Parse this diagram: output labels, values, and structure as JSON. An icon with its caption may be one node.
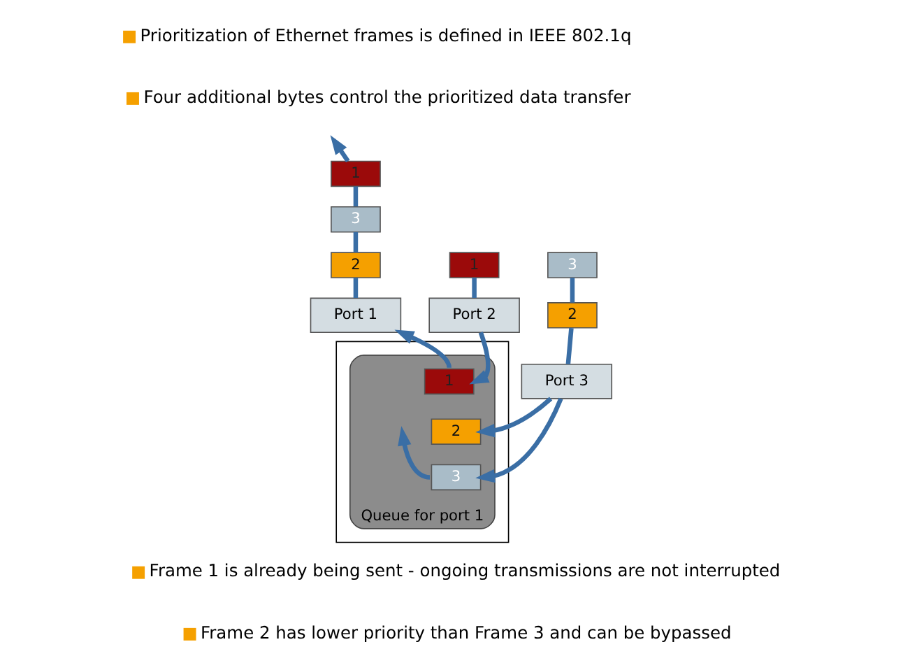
{
  "diagram": {
    "nodes": [
      {
        "text": [
          "1"
        ]
      },
      {
        "text": [
          "3"
        ]
      },
      {
        "text": [
          "2"
        ]
      },
      {
        "text": [
          "1"
        ]
      },
      {
        "text": [
          "3"
        ]
      },
      {
        "text": [
          "2"
        ]
      },
      {
        "text": [],
        "shape": "box"
      },
      {
        "text": [
          "Port 1"
        ]
      },
      {
        "text": [
          "Port 2"
        ]
      },
      {
        "text": [
          "Port 3"
        ]
      },
      {
        "text": [
          "Queue for port 1"
        ],
        "in": 6
      },
      {
        "text": [
          "1"
        ],
        "in": 10
      },
      {
        "text": [
          "2"
        ],
        "in": 10
      },
      {
        "text": [
          "3"
        ],
        "in": 10
      }
    ],
    "edges": [
      {
        "from": 7,
        "to": 2,
        "arrow": "none"
      },
      {
        "from": 2,
        "to": 1,
        "arrow": "none"
      },
      {
        "from": 1,
        "to": 0,
        "arrow": "none"
      },
      {
        "from": 0,
        "to": null,
        "arrow": "to"
      },
      {
        "from": 8,
        "to": 3,
        "arrow": "none"
      },
      {
        "from": 9,
        "to": 5,
        "arrow": "none"
      },
      {
        "from": 5,
        "to": 4,
        "arrow": "none"
      },
      {
        "from": 8,
        "to": 11,
        "arrow": "to"
      },
      {
        "from": 9,
        "to": 12,
        "arrow": "to"
      },
      {
        "from": 9,
        "to": 13,
        "arrow": "to"
      },
      {
        "from": 11,
        "to": 7,
        "arrow": "to"
      },
      {
        "from": 13,
        "to": null,
        "arrow": "to"
      }
    ],
    "labels": [
      "Prioritization of Ethernet frames is defined in IEEE 802.1q",
      "Four additional bytes control the prioritized data transfer",
      "Frame 1 is already being sent - ongoing transmissions are not interrupted",
      "Frame 2 has lower priority than Frame 3 and can be bypassed"
    ]
  }
}
